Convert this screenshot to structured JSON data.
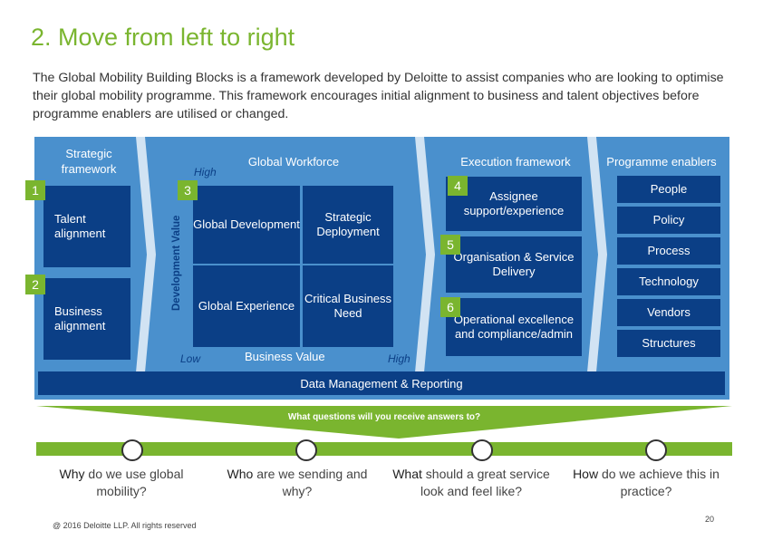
{
  "title": "2. Move from left to right",
  "intro": "The Global Mobility Building Blocks is a framework developed by Deloitte to assist companies who are looking to optimise their global mobility programme. This framework encourages initial alignment to business and talent objectives before programme enablers are utilised or changed.",
  "stages": {
    "strategic": "Strategic framework",
    "workforce": "Global Workforce",
    "execution": "Execution framework",
    "enablers": "Programme enablers"
  },
  "strategic_boxes": [
    "Talent alignment",
    "Business alignment"
  ],
  "workforce_boxes": [
    "Global Development",
    "Strategic Deployment",
    "Global Experience",
    "Critical Business Need"
  ],
  "execution_boxes": [
    "Assignee support/experience",
    "Organisation & Service Delivery",
    "Operational excellence and compliance/admin"
  ],
  "enabler_boxes": [
    "People",
    "Policy",
    "Process",
    "Technology",
    "Vendors",
    "Structures"
  ],
  "badges": [
    "1",
    "2",
    "3",
    "4",
    "5",
    "6"
  ],
  "axis": {
    "y_label": "Development Value",
    "x_label": "Business Value",
    "high_top": "High",
    "low": "Low",
    "high_right": "High"
  },
  "data_bar": "Data Management & Reporting",
  "questions_banner": "What questions will you receive answers to?",
  "questions": [
    {
      "lead": "Why",
      "rest": " do we use global mobility?"
    },
    {
      "lead": "Who",
      "rest": " are we sending and why?"
    },
    {
      "lead": "What",
      "rest": " should a great service look and feel like?"
    },
    {
      "lead": "How",
      "rest": " do we achieve this in practice?"
    }
  ],
  "footer": "@ 2016 Deloitte LLP. All rights reserved",
  "page_number": "20",
  "colors": {
    "green": "#7ab52f",
    "navy": "#0b3f86",
    "blue": "#4a90cd"
  }
}
